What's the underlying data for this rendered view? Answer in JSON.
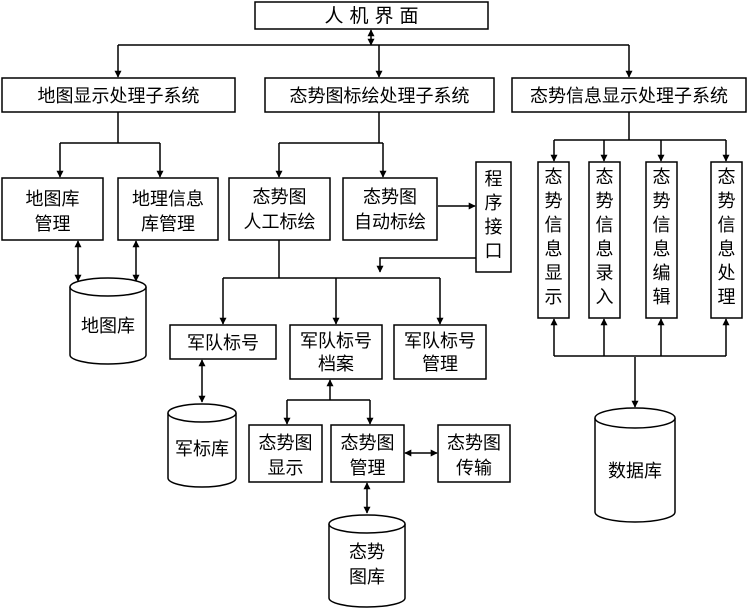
{
  "title": "人 机 界 面",
  "subsystems": {
    "map": "地图显示处理子系统",
    "plot": "态势图标绘处理子系统",
    "info": "态势信息显示处理子系统"
  },
  "map_branch": {
    "library_mgmt": [
      "地图库",
      "管理"
    ],
    "geo_info_mgmt": [
      "地理信息",
      "库管理"
    ],
    "map_db": [
      "地图库"
    ]
  },
  "plot_branch": {
    "manual_plot": [
      "态势图",
      "人工标绘"
    ],
    "auto_plot": [
      "态势图",
      "自动标绘"
    ],
    "program_interface": [
      "程",
      "序",
      "接",
      "口"
    ],
    "army_symbol": [
      "军队标号"
    ],
    "army_symbol_archive": [
      "军队标号",
      "档案"
    ],
    "army_symbol_mgmt": [
      "军队标号",
      "管理"
    ],
    "army_symbol_db": [
      "军标库"
    ],
    "situation_display": [
      "态势图",
      "显示"
    ],
    "situation_mgmt": [
      "态势图",
      "管理"
    ],
    "situation_transfer": [
      "态势图",
      "传输"
    ],
    "situation_db": [
      "态势",
      "图库"
    ]
  },
  "info_branch": {
    "info_display": [
      "态",
      "势",
      "信",
      "息",
      "显",
      "示"
    ],
    "info_entry": [
      "态",
      "势",
      "信",
      "息",
      "录",
      "入"
    ],
    "info_edit": [
      "态",
      "势",
      "信",
      "息",
      "编",
      "辑"
    ],
    "info_process": [
      "态",
      "势",
      "信",
      "息",
      "处",
      "理"
    ],
    "data_db": [
      "数据库"
    ]
  }
}
